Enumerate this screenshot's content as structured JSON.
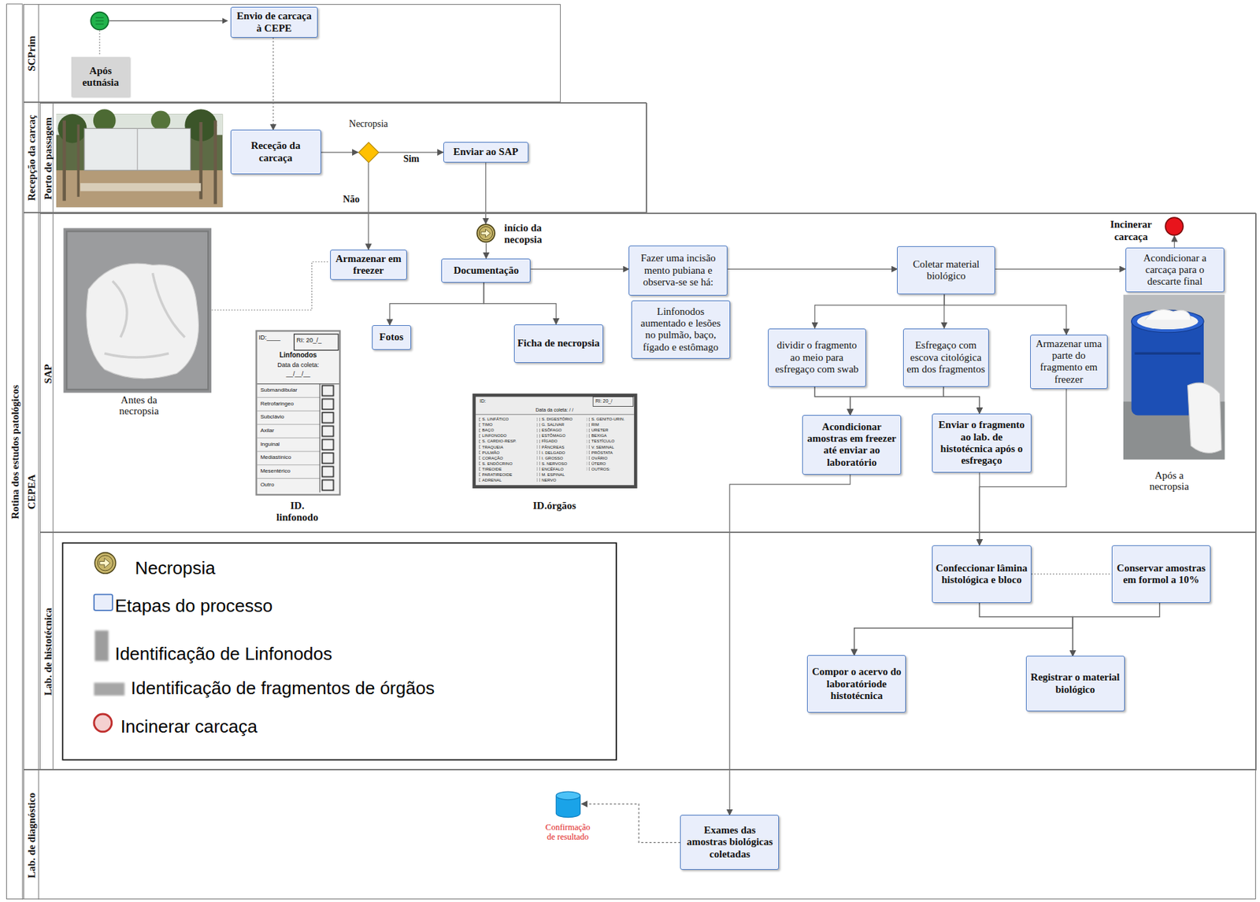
{
  "diagram": {
    "nodes": [
      {
        "text": [
          "Rotina dos estudos patológicos"
        ]
      },
      {
        "text": [
          "SCPrim"
        ],
        "in": 0
      },
      {
        "text": [
          "Após eutnásia"
        ],
        "in": 1
      },
      {
        "text": [
          "Envio de carcaça à CEPE"
        ],
        "in": 1
      },
      {
        "text": [
          "Recepção da carcaç"
        ],
        "in": 0
      },
      {
        "text": [
          "Porto de passagem"
        ],
        "in": 4
      },
      {
        "text": [
          "Receção da carcaça"
        ],
        "in": 5
      },
      {
        "text": [
          "Necropsia"
        ],
        "in": 5
      },
      {
        "text": [
          "Enviar ao SAP"
        ],
        "in": 5
      },
      {
        "text": [
          "CEPEA"
        ],
        "in": 0
      },
      {
        "text": [
          "SAP"
        ],
        "in": 9
      },
      {
        "text": [
          "início da necopsia"
        ],
        "in": 10
      },
      {
        "text": [
          "Armazenar em freezer"
        ],
        "in": 10
      },
      {
        "text": [
          "Documentação"
        ],
        "in": 10
      },
      {
        "text": [
          "Fotos"
        ],
        "in": 10
      },
      {
        "text": [
          "Ficha de necropsia"
        ],
        "in": 10
      },
      {
        "text": [
          "Fazer uma incisão mento pubiana e observa-se se há:"
        ],
        "in": 10
      },
      {
        "text": [
          "Linfonodos aumentado e lesões no pulmão, baço, fígado e estômago"
        ],
        "in": 10
      },
      {
        "text": [
          "Coletar material biológico"
        ],
        "in": 10
      },
      {
        "text": [
          "Incinerar carcaça"
        ],
        "in": 10
      },
      {
        "text": [
          "Acondicionar a carcaça para o descarte final"
        ],
        "in": 10
      },
      {
        "text": [
          "dividir o fragmento ao meio para esfregaço com swab"
        ],
        "in": 10
      },
      {
        "text": [
          "Esfregaço com escova citológica em dos fragmentos"
        ],
        "in": 10
      },
      {
        "text": [
          "Armazenar uma parte do fragmento em freezer"
        ],
        "in": 10
      },
      {
        "text": [
          "Acondicionar amostras em freezer até enviar ao laboratório"
        ],
        "in": 10
      },
      {
        "text": [
          "Enviar o fragmento ao lab. de histotécnica após o esfregaço"
        ],
        "in": 10
      },
      {
        "text": [
          "Lab. de histotécnica"
        ],
        "in": 9
      },
      {
        "text": [
          "Confeccionar lâmina histológica e bloco"
        ],
        "in": 26
      },
      {
        "text": [
          "Conservar amostras em formol a 10%"
        ],
        "in": 26
      },
      {
        "text": [
          "Compor o acervo do laboratóriode histotécnica"
        ],
        "in": 26
      },
      {
        "text": [
          "Registrar o material biológico"
        ],
        "in": 26
      },
      {
        "text": [
          "Lab. de diagnóstico"
        ],
        "in": 0
      },
      {
        "text": [
          "Confirmação de resultado"
        ],
        "in": 31
      },
      {
        "text": [
          "Exames das amostras biológicas coletadas"
        ],
        "in": 31
      }
    ],
    "edges": [
      {
        "from": 3,
        "to": 6,
        "arrow": "to"
      },
      {
        "from": 6,
        "to": 7,
        "arrow": "to"
      },
      {
        "from": 7,
        "to": 8,
        "label": "Sim",
        "arrow": "to"
      },
      {
        "from": 7,
        "to": 12,
        "label": "Não",
        "arrow": "to"
      },
      {
        "from": 8,
        "to": 11,
        "arrow": "to"
      },
      {
        "from": 11,
        "to": 13,
        "arrow": "to"
      },
      {
        "from": 13,
        "to": 14,
        "arrow": "to"
      },
      {
        "from": 13,
        "to": 15,
        "arrow": "to"
      },
      {
        "from": 13,
        "to": 16,
        "arrow": "to"
      },
      {
        "from": 16,
        "to": 18,
        "arrow": "to"
      },
      {
        "from": 18,
        "to": 20,
        "arrow": "to"
      },
      {
        "from": 20,
        "to": 19,
        "arrow": "to"
      },
      {
        "from": 18,
        "to": 21,
        "arrow": "to"
      },
      {
        "from": 18,
        "to": 22,
        "arrow": "to"
      },
      {
        "from": 18,
        "to": 23,
        "arrow": "to"
      },
      {
        "from": 21,
        "to": 24,
        "arrow": "to"
      },
      {
        "from": 22,
        "to": 24,
        "arrow": "to"
      },
      {
        "from": 21,
        "to": 25,
        "arrow": "to"
      },
      {
        "from": 22,
        "to": 25,
        "arrow": "to"
      },
      {
        "from": 24,
        "to": 33,
        "arrow": "to"
      },
      {
        "from": 25,
        "to": 27,
        "arrow": "to"
      },
      {
        "from": 23,
        "to": 27,
        "arrow": "to"
      },
      {
        "from": 27,
        "to": 28,
        "arrow": "none"
      },
      {
        "from": 27,
        "to": 29,
        "arrow": "to"
      },
      {
        "from": 27,
        "to": 30,
        "arrow": "to"
      },
      {
        "from": 28,
        "to": 29,
        "arrow": "to"
      },
      {
        "from": 28,
        "to": 30,
        "arrow": "to"
      },
      {
        "from": 33,
        "to": 32,
        "arrow": "to"
      }
    ],
    "labels": [
      "Antes da necropsia",
      "ID:____",
      "RI: 20_/_",
      "Linfonodos",
      "Data da coleta:",
      "__/__/__",
      "Submandibular",
      "Retrofaringeo",
      "Subclávio",
      "Axilar",
      "Inguinal",
      "Mediastínico",
      "Mesentérico",
      "Outro",
      "ID. linfonodo",
      "ID:",
      "RI: 20_/",
      "Data da coleta: / /",
      "S. LINFÁTICO",
      "TIMO",
      "BAÇO",
      "LINFONODO",
      "S. CARDIO-RESP.",
      "TRAQUEIA",
      "PULMÃO",
      "CORAÇÃO",
      "S. ENDÓCRINO",
      "TIREOIDE",
      "PARATIREOIDE",
      "ADRENAL",
      "S. DIGESTÓRIO",
      "G. SALIVAR",
      "ESÔFAGO",
      "ESTÔMAGO",
      "FÍGADO",
      "PÂNCREAS",
      "I. DELGADO",
      "I. GROSSO",
      "S. NERVOSO",
      "ENCÉFALO",
      "M. ESPINAL",
      "NERVO",
      "S. GENITO-URIN.",
      "RIM",
      "URETER",
      "BEXIGA",
      "TESTÍCULO",
      "V. SEMINAL",
      "PRÓSTATA",
      "OVÁRIO",
      "ÚTERO",
      "OUTROS:",
      "ID.órgãos",
      "Após a necropsia"
    ],
    "legend": [
      {
        "text": "Necropsia"
      },
      {
        "text": "Etapas do processo"
      },
      {
        "text": "Identificação de Linfonodos"
      },
      {
        "text": "Identificação de fragmentos de órgãos"
      },
      {
        "text": "Incinerar carcaça"
      }
    ]
  }
}
